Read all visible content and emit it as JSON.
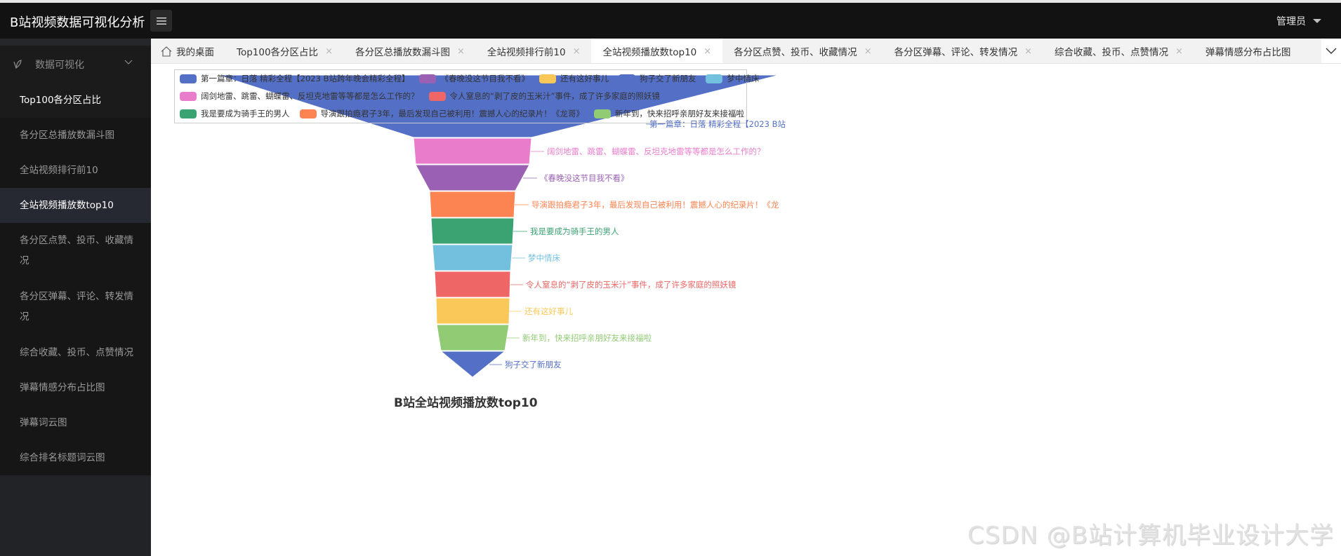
{
  "header": {
    "app_title": "B站视频数据可视化分析",
    "menu_icon": "hamburger-icon",
    "user_label": "管理员"
  },
  "sidebar": {
    "group": {
      "label": "数据可视化",
      "icon": "leaf-icon"
    },
    "items": [
      {
        "label": "Top100各分区占比"
      },
      {
        "label": "各分区总播放数漏斗图"
      },
      {
        "label": "全站视频排行前10"
      },
      {
        "label": "全站视频播放数top10"
      },
      {
        "label": "各分区点赞、投币、收藏情况"
      },
      {
        "label": "各分区弹幕、评论、转发情况"
      },
      {
        "label": "综合收藏、投币、点赞情况"
      },
      {
        "label": "弹幕情感分布占比图"
      },
      {
        "label": "弹幕词云图"
      },
      {
        "label": "综合排名标题词云图"
      }
    ]
  },
  "tabs": [
    {
      "label": "我的桌面"
    },
    {
      "label": "Top100各分区占比"
    },
    {
      "label": "各分区总播放数漏斗图"
    },
    {
      "label": "全站视频排行前10"
    },
    {
      "label": "全站视频播放数top10"
    },
    {
      "label": "各分区点赞、投币、收藏情况"
    },
    {
      "label": "各分区弹幕、评论、转发情况"
    },
    {
      "label": "综合收藏、投币、点赞情况"
    },
    {
      "label": "弹幕情感分布占比图"
    }
  ],
  "tab_close_glyph": "×",
  "chart_data": {
    "type": "funnel",
    "title": "B站全站视频播放数top10",
    "legend_position": "top",
    "legend": [
      {
        "name": "第一篇章：日落 精彩全程【2023 B站跨年晚会精彩全程】",
        "color": "#5470c6"
      },
      {
        "name": "《春晚没这节目我不看》",
        "color": "#9a60b4"
      },
      {
        "name": "还有这好事儿",
        "color": "#fac858"
      },
      {
        "name": "狗子交了新朋友",
        "color": "#5470c6"
      },
      {
        "name": "梦中情床",
        "color": "#73c0de"
      },
      {
        "name": "阔剑地雷、跳雷、蝴蝶雷、反坦克地雷等等都是怎么工作的？",
        "color": "#ea7ccc"
      },
      {
        "name": "令人窒息的“剥了皮的玉米汁”事件，成了许多家庭的照妖镜",
        "color": "#ee6666"
      },
      {
        "name": "我是要成为骑手王的男人",
        "color": "#3ba272"
      },
      {
        "name": "导演跟拍瘾君子3年，最后发现自己被利用！震撼人心的纪录片！《龙哥》",
        "color": "#fc8452"
      },
      {
        "name": "新年到，快来招呼亲朋好友来接福啦",
        "color": "#91cc75"
      }
    ],
    "categories": [
      "第一篇章：日落 精彩全程【2023 B站跨年晚会精彩全程】",
      "阔剑地雷、跳雷、蝴蝶雷、反坦克地雷等等都是怎么工作的？",
      "《春晚没这节目我不看》",
      "导演跟拍瘾君子3年，最后发现自己被利用！震撼人心的纪录片！《龙哥》",
      "我是要成为骑手王的男人",
      "梦中情床",
      "令人窒息的“剥了皮的玉米汁”事件，成了许多家庭的照妖镜",
      "还有这好事儿",
      "新年到，快来招呼亲朋好友来接福啦",
      "狗子交了新朋友"
    ],
    "values": [
      100,
      20,
      17,
      14.5,
      14.3,
      14,
      13.3,
      12.7,
      12.5,
      11
    ],
    "colors": [
      "#5470c6",
      "#ea7ccc",
      "#9a60b4",
      "#fc8452",
      "#3ba272",
      "#73c0de",
      "#ee6666",
      "#fac858",
      "#91cc75",
      "#5470c6"
    ],
    "labels_display": [
      "第一篇章：日落 精彩全程【2023 B站",
      "阔剑地雷、跳雷、蝴蝶雷、反坦克地雷等等都是怎么工作的？",
      "《春晚没这节目我不看》",
      "导演跟拍瘾君子3年，最后发现自己被利用！震撼人心的纪录片！《龙",
      "我是要成为骑手王的男人",
      "梦中情床",
      "令人窒息的“剥了皮的玉米汁”事件，成了许多家庭的照妖镜",
      "还有这好事儿",
      "新年到，快来招呼亲朋好友来接福啦",
      "狗子交了新朋友"
    ],
    "sort": "descending",
    "note": "values are relative widths estimated from funnel geometry (no axis shown)"
  },
  "watermark": "CSDN @B站计算机毕业设计大学"
}
